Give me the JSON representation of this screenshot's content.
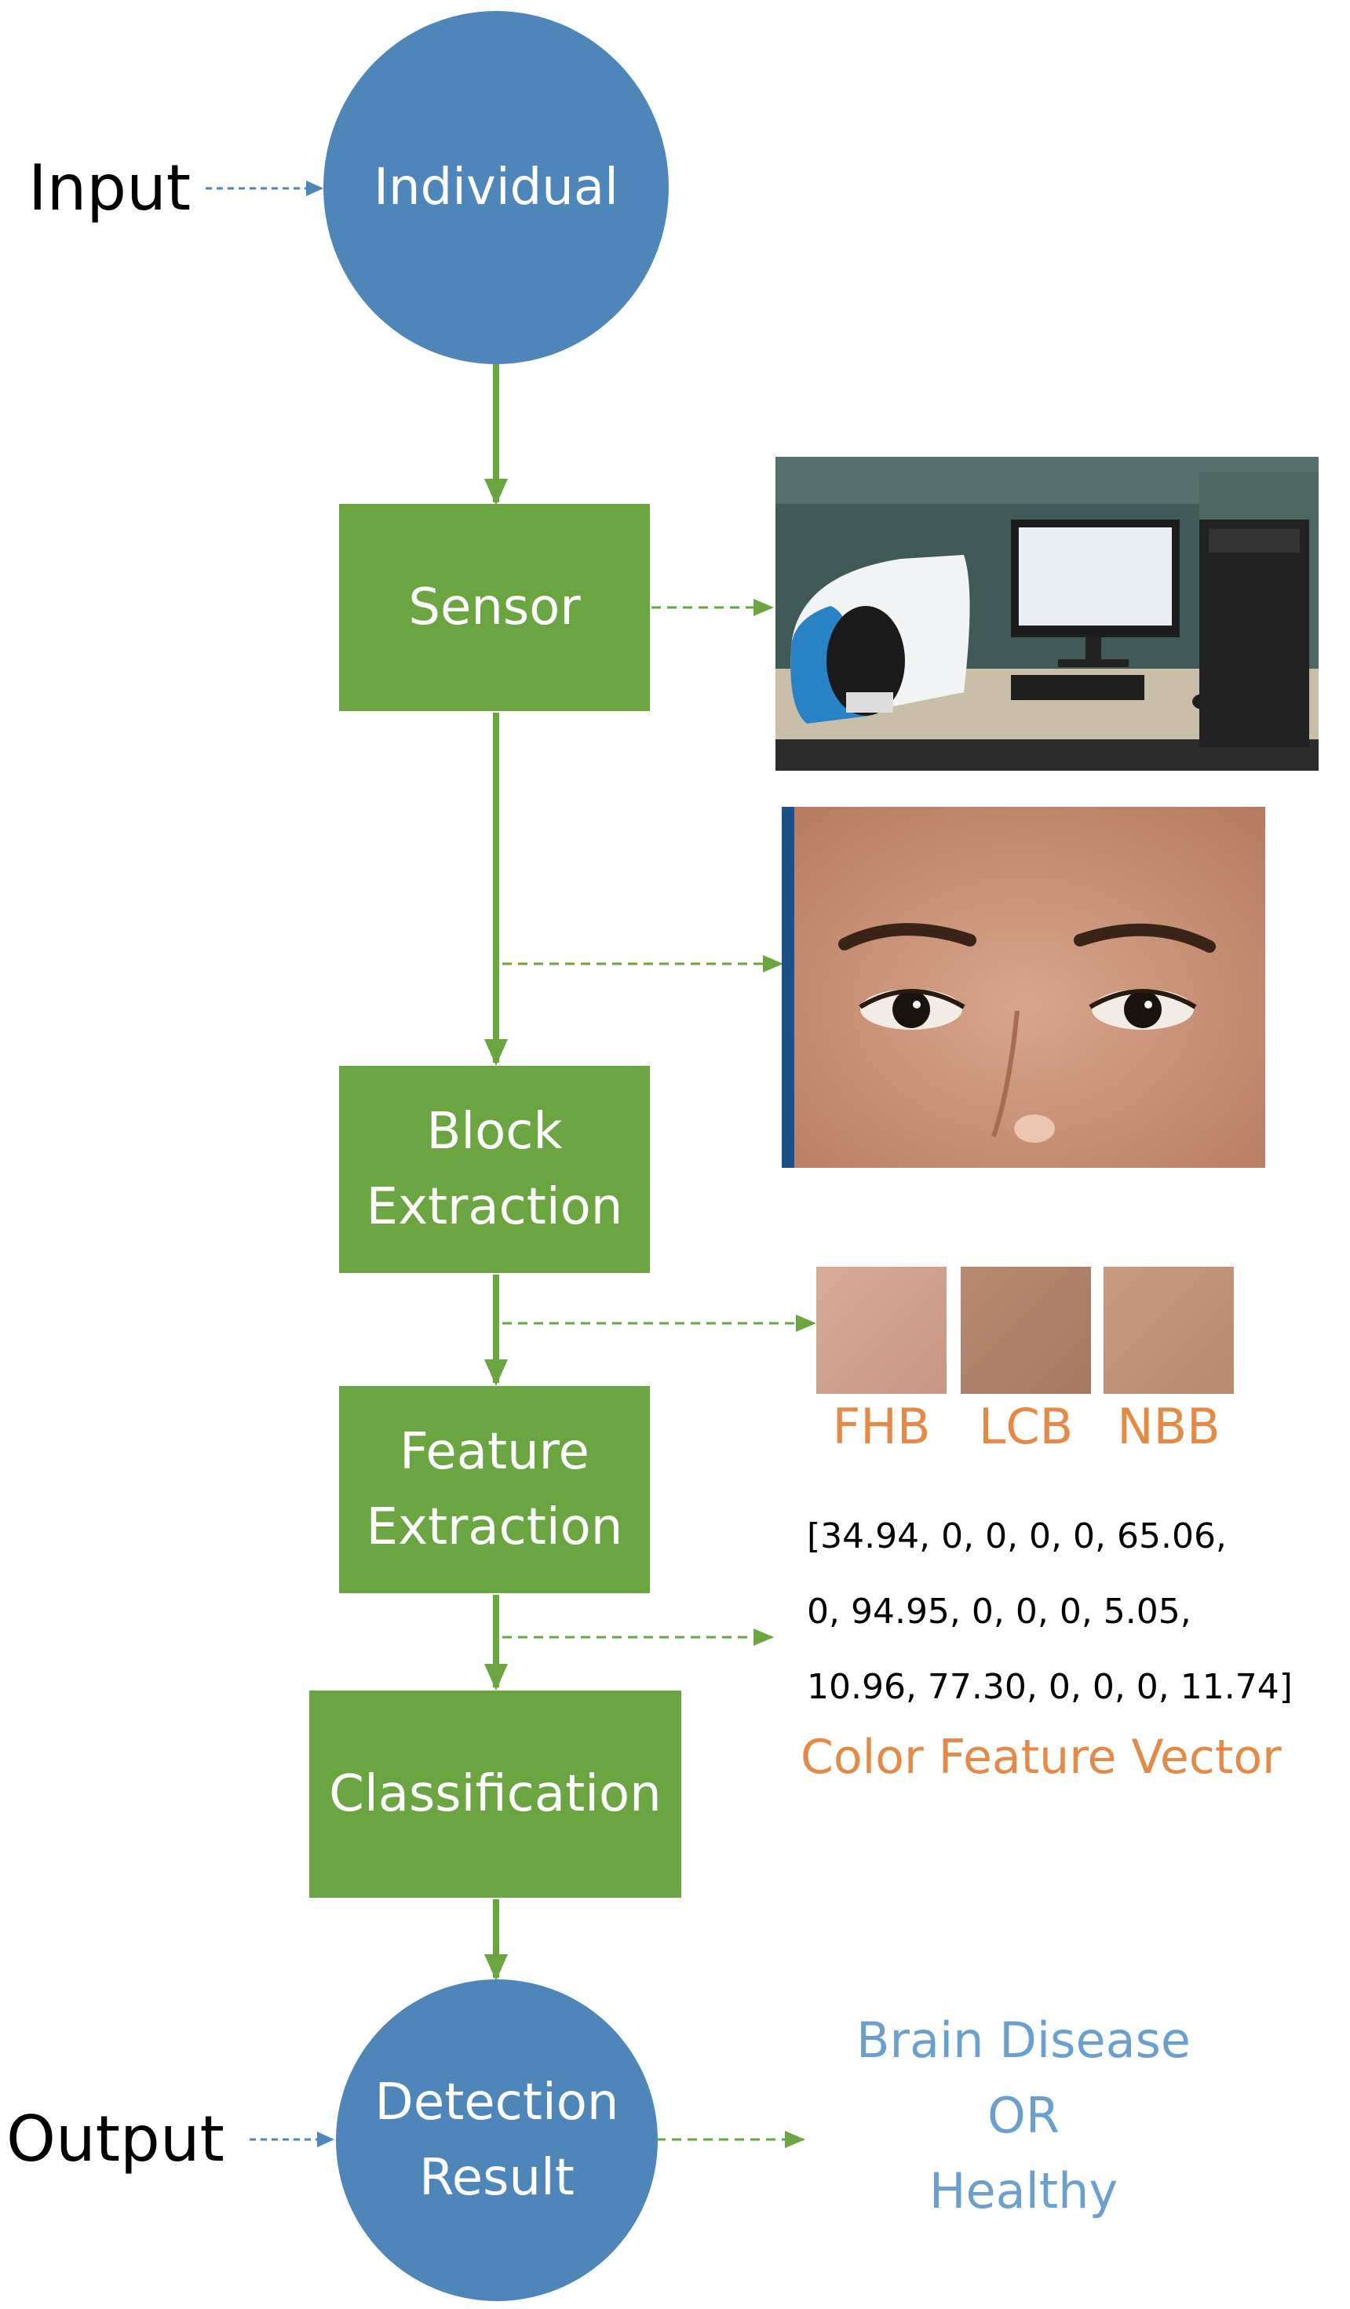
{
  "nodes": {
    "individual": "Individual",
    "sensor": "Sensor",
    "block_extraction": [
      "Block",
      "Extraction"
    ],
    "feature_extraction": [
      "Feature",
      "Extraction"
    ],
    "classification": "Classification",
    "detection_result": [
      "Detection",
      "Result"
    ]
  },
  "labels": {
    "input": "Input",
    "output": "Output"
  },
  "blocks": [
    "FHB",
    "LCB",
    "NBB"
  ],
  "feature_vector": {
    "lines": [
      "[34.94, 0, 0, 0, 0, 65.06,",
      "0, 94.95, 0, 0, 0, 5.05,",
      "10.96, 77.30, 0, 0, 0, 11.74]"
    ],
    "caption": "Color Feature Vector"
  },
  "result": {
    "lines": [
      "Brain Disease",
      "OR",
      "Healthy"
    ]
  },
  "colors": {
    "node_blue": "#4e86b9",
    "box_green": "#6aa542",
    "arrow_green": "#6aa542",
    "arrow_blue": "#4e86b9",
    "label_orange": "#e58a46",
    "result_blue": "#6a9fce"
  }
}
